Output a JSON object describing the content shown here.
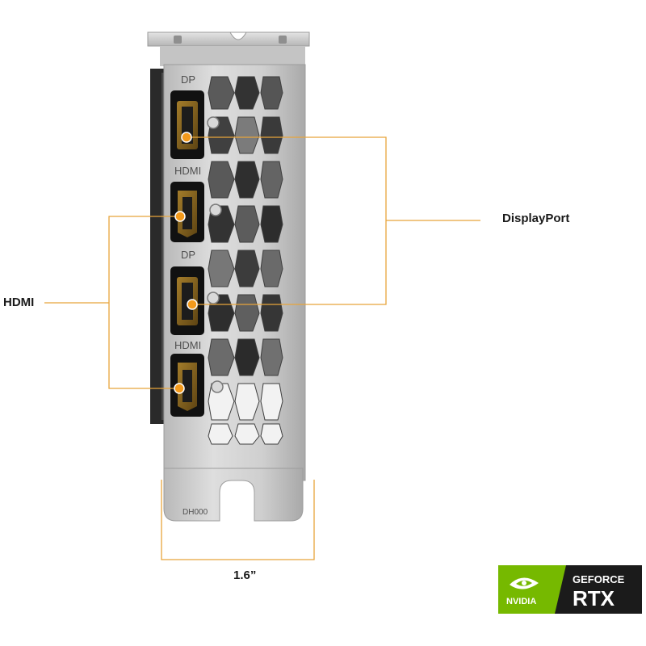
{
  "callouts": {
    "displayport": "DisplayPort",
    "hdmi": "HDMI",
    "width": "1.6”"
  },
  "bracket_engravings": {
    "dp_top": "DP",
    "hdmi_upper": "HDMI",
    "dp_lower": "DP",
    "hdmi_lower": "HDMI",
    "part_code": "DH000"
  },
  "badge": {
    "brand": "NVIDIA",
    "line1": "GEFORCE",
    "line2": "RTX"
  },
  "colors": {
    "callout_line": "#e8a53b",
    "callout_dot": "#f39a1c",
    "nvidia_green": "#76b900",
    "bracket_silver": "#c9c9c9",
    "port_black": "#111111",
    "badge_dark": "#1b1b1b"
  },
  "icons": [
    "nvidia-eye-icon",
    "screw-icon"
  ]
}
